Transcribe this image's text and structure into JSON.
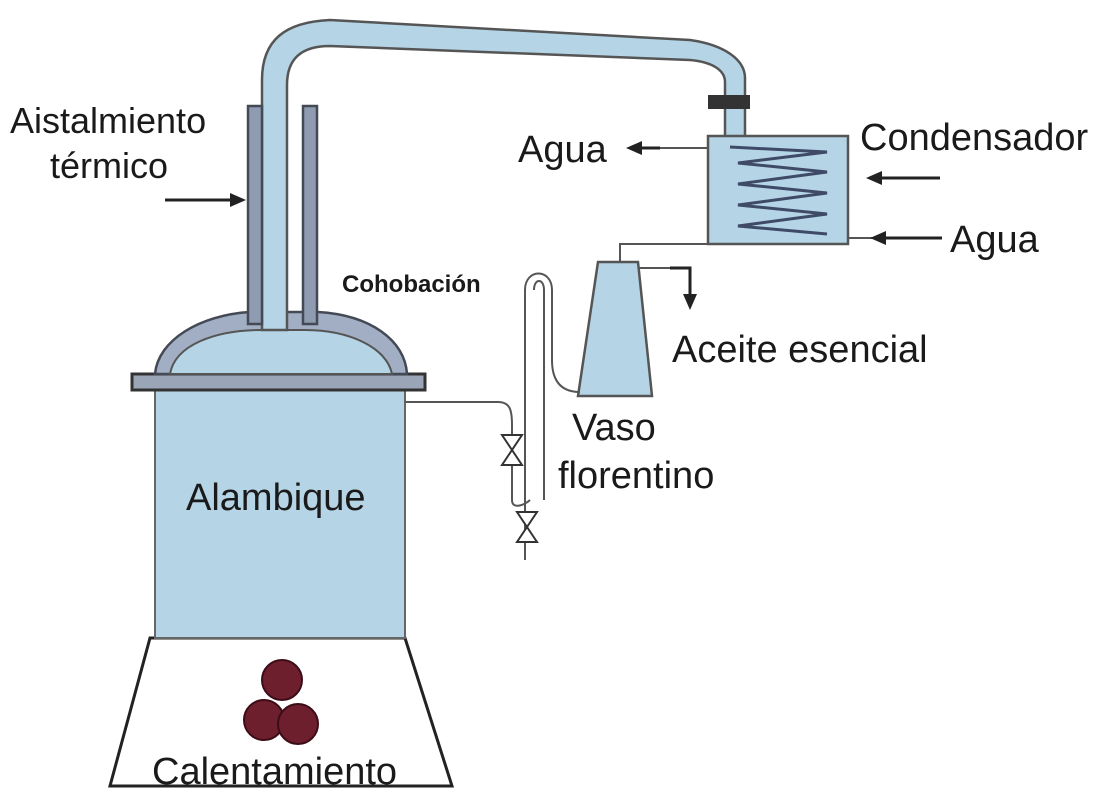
{
  "labels": {
    "insulation_line1": "Aistalmiento",
    "insulation_line2": "térmico",
    "water_out": "Agua",
    "condenser": "Condensador",
    "water_in": "Agua",
    "cohobation": "Cohobación",
    "essential_oil": "Aceite esencial",
    "florentine_line1": "Vaso",
    "florentine_line2": "florentino",
    "still": "Alambique",
    "heating": "Calentamiento"
  },
  "colors": {
    "vessel_fill": "#b5d4e6",
    "insulation": "#8f9bb0",
    "heat_source": "#6e1f2e"
  }
}
